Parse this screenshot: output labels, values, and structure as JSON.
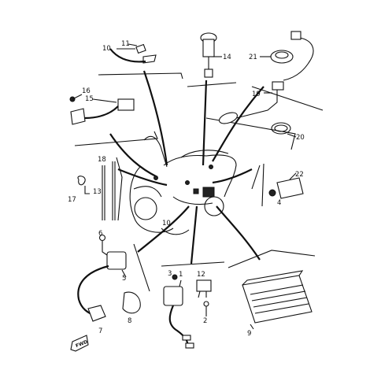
{
  "parts": [
    {
      "id": "p1",
      "label": "1"
    },
    {
      "id": "p2",
      "label": "2"
    },
    {
      "id": "p3",
      "label": "3"
    },
    {
      "id": "p4",
      "label": "4"
    },
    {
      "id": "p5",
      "label": "5"
    },
    {
      "id": "p6",
      "label": "6"
    },
    {
      "id": "p7",
      "label": "7"
    },
    {
      "id": "p8",
      "label": "8"
    },
    {
      "id": "p9",
      "label": "9"
    },
    {
      "id": "p10a",
      "label": "10"
    },
    {
      "id": "p10b",
      "label": "10"
    },
    {
      "id": "p11",
      "label": "11"
    },
    {
      "id": "p12",
      "label": "12"
    },
    {
      "id": "p13",
      "label": "13"
    },
    {
      "id": "p14",
      "label": "14"
    },
    {
      "id": "p15",
      "label": "15"
    },
    {
      "id": "p16",
      "label": "16"
    },
    {
      "id": "p17",
      "label": "17"
    },
    {
      "id": "p18",
      "label": "18"
    },
    {
      "id": "p19",
      "label": "19"
    },
    {
      "id": "p20",
      "label": "20"
    },
    {
      "id": "p21",
      "label": "21"
    },
    {
      "id": "p22",
      "label": "22"
    }
  ],
  "forward_label": "FWD"
}
